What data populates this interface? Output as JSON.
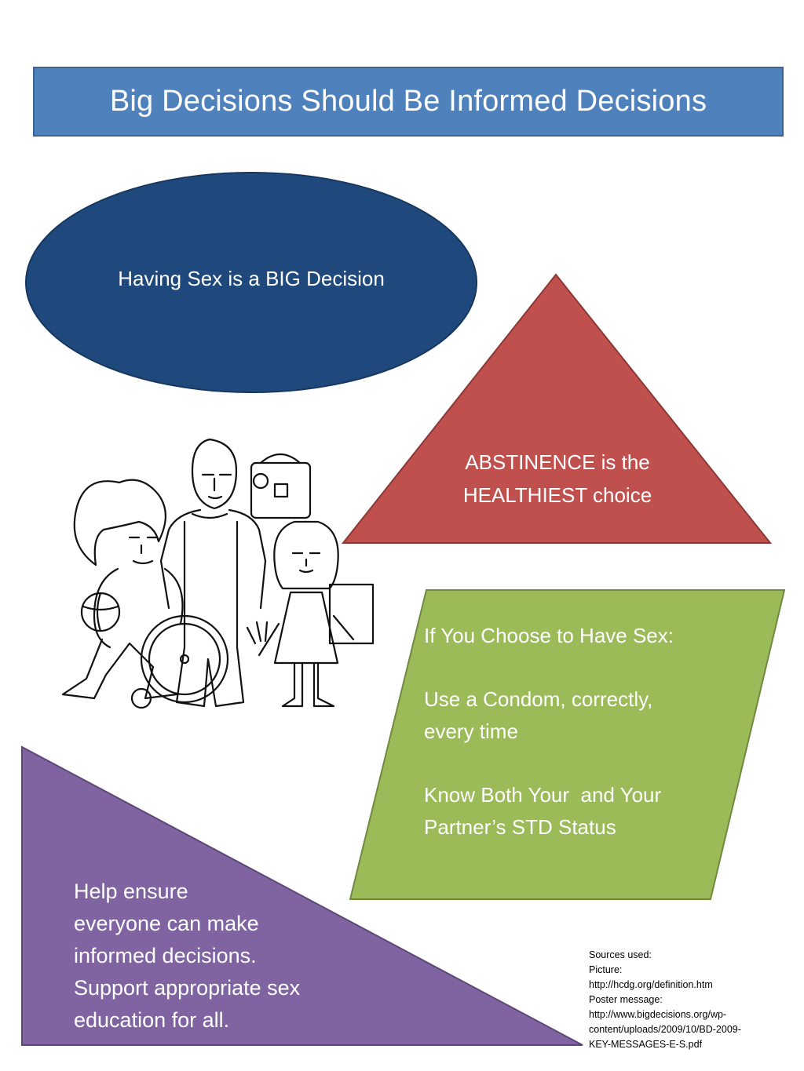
{
  "title": "Big Decisions Should Be Informed Decisions",
  "ellipse": {
    "text": "Having Sex is a BIG Decision"
  },
  "triangle": {
    "lines": [
      "ABSTINENCE is the",
      "HEALTHIEST choice"
    ]
  },
  "parallelogram": {
    "heading": "If You Choose to Have Sex:",
    "condom_lines": [
      "Use a Condom, correctly,",
      "every time"
    ],
    "status_lines": [
      "Know Both Your  and Your",
      "Partner’s STD Status"
    ]
  },
  "purple_triangle": {
    "lines": [
      "Help ensure",
      "everyone can make",
      "informed decisions.",
      "Support appropriate sex",
      "education for all."
    ]
  },
  "sources": {
    "lines": [
      "Sources used:",
      "Picture:",
      "http://hcdg.org/definition.htm",
      "Poster message:",
      "http://www.bigdecisions.org/wp-",
      "content/uploads/2009/10/BD-2009-",
      "KEY-MESSAGES-E-S.pdf"
    ]
  },
  "colors": {
    "title_bg": "#4f81bd",
    "ellipse_bg": "#1f497d",
    "triangle_bg": "#c0504d",
    "parallelogram_bg": "#9bbb59",
    "purple_bg": "#8064a2"
  }
}
